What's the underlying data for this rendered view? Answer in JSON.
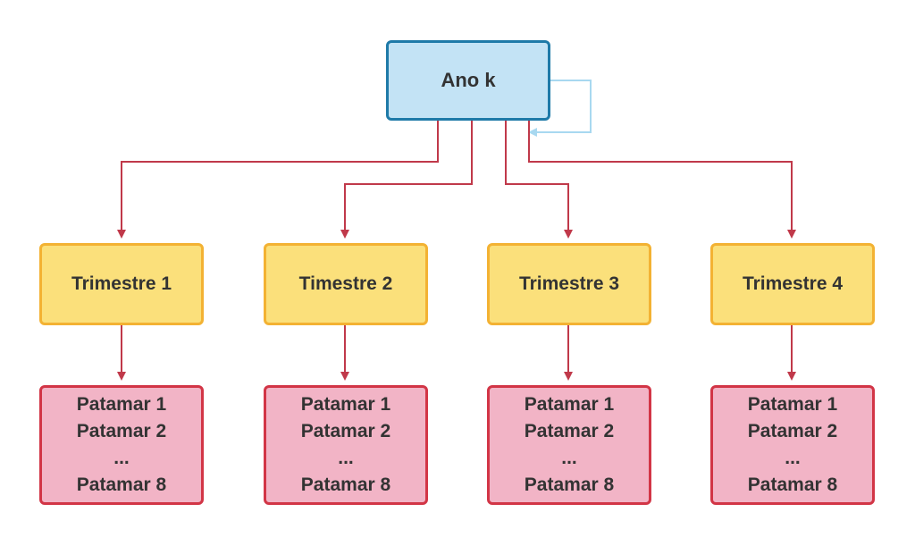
{
  "colors": {
    "root_fill": "#c3e3f5",
    "root_border": "#1e7aa8",
    "quarter_fill": "#fbe07b",
    "quarter_border": "#f3b233",
    "tier_fill": "#f2b4c6",
    "tier_border": "#d23546",
    "edge": "#c0394a",
    "self_loop": "#a8d8f0"
  },
  "root": {
    "label": "Ano k"
  },
  "quarters": [
    {
      "label": "Trimestre 1",
      "tiers": {
        "line1": "Patamar 1",
        "line2": "Patamar 2",
        "line3": "...",
        "line4": "Patamar 8"
      }
    },
    {
      "label": "Timestre 2",
      "tiers": {
        "line1": "Patamar 1",
        "line2": "Patamar 2",
        "line3": "...",
        "line4": "Patamar 8"
      }
    },
    {
      "label": "Trimestre 3",
      "tiers": {
        "line1": "Patamar 1",
        "line2": "Patamar 2",
        "line3": "...",
        "line4": "Patamar 8"
      }
    },
    {
      "label": "Trimestre 4",
      "tiers": {
        "line1": "Patamar 1",
        "line2": "Patamar 2",
        "line3": "...",
        "line4": "Patamar 8"
      }
    }
  ]
}
